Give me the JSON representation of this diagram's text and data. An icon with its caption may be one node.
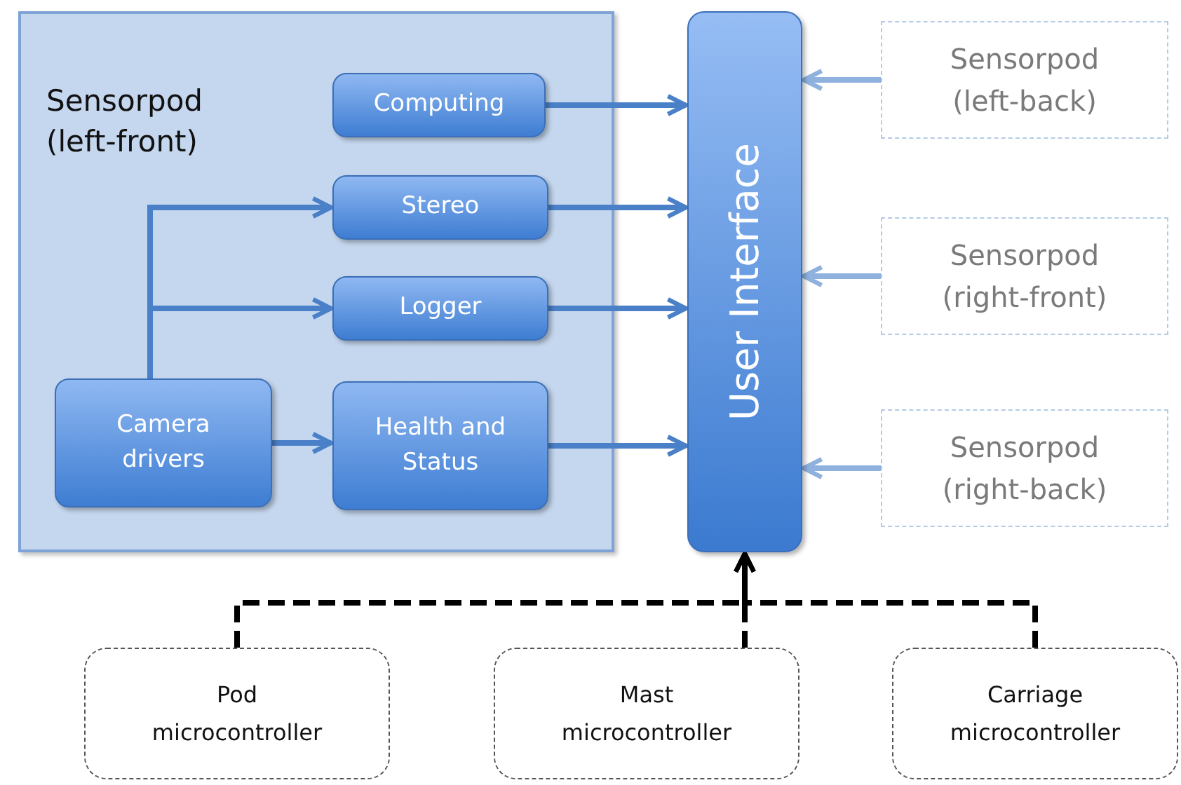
{
  "diagram": {
    "nodes": [
      {
        "text": [
          "Sensorpod (left-front)"
        ]
      },
      {
        "text": [
          "Computing"
        ],
        "in": 0
      },
      {
        "text": [
          "Stereo"
        ],
        "in": 0
      },
      {
        "text": [
          "Logger"
        ],
        "in": 0
      },
      {
        "text": [
          "Camera drivers"
        ],
        "in": 0
      },
      {
        "text": [
          "Health and Status"
        ],
        "in": 0
      },
      {
        "text": [
          "User Interface"
        ]
      },
      {
        "text": [
          "Sensorpod (left-back)"
        ]
      },
      {
        "text": [
          "Sensorpod (right-front)"
        ]
      },
      {
        "text": [
          "Sensorpod (right-back)"
        ]
      },
      {
        "text": [
          "Pod microcontroller"
        ]
      },
      {
        "text": [
          "Mast microcontroller"
        ]
      },
      {
        "text": [
          "Carriage microcontroller"
        ]
      }
    ],
    "edges": [
      {
        "from": 1,
        "to": 6,
        "arrow": "to"
      },
      {
        "from": 2,
        "to": 6,
        "arrow": "to"
      },
      {
        "from": 3,
        "to": 6,
        "arrow": "to"
      },
      {
        "from": 5,
        "to": 6,
        "arrow": "to"
      },
      {
        "from": 4,
        "to": 2,
        "arrow": "to"
      },
      {
        "from": 4,
        "to": 3,
        "arrow": "to"
      },
      {
        "from": 4,
        "to": 5,
        "arrow": "to"
      },
      {
        "from": 7,
        "to": 6,
        "arrow": "to",
        "color": "#8eb1de"
      },
      {
        "from": 8,
        "to": 6,
        "arrow": "to",
        "color": "#8eb1de"
      },
      {
        "from": 9,
        "to": 6,
        "arrow": "to",
        "color": "#8eb1de"
      },
      {
        "from": 10,
        "to": 6,
        "arrow": "to",
        "style": "dashed",
        "color": "#000000"
      },
      {
        "from": 11,
        "to": 6,
        "arrow": "to",
        "style": "dashed",
        "color": "#000000"
      },
      {
        "from": 12,
        "to": 6,
        "arrow": "to",
        "style": "dashed",
        "color": "#000000"
      }
    ]
  }
}
